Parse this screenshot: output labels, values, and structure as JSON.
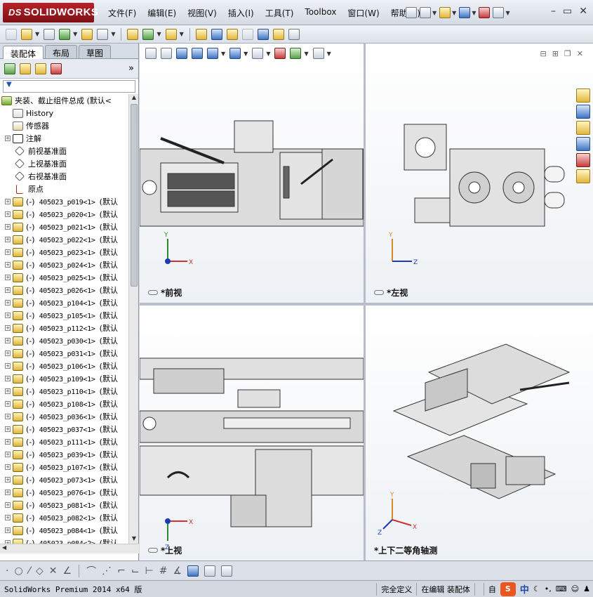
{
  "app": {
    "brand_prefix": "DS",
    "brand": "SOLIDWORKS",
    "status_text": "SolidWorks Premium 2014 x64 版"
  },
  "menu": [
    "文件(F)",
    "编辑(E)",
    "视图(V)",
    "插入(I)",
    "工具(T)",
    "Toolbox",
    "窗口(W)",
    "帮助(H)"
  ],
  "tabs": [
    "装配体",
    "布局",
    "草图"
  ],
  "feature_tree": {
    "root": "夹装、截止组件总成 (默认<",
    "fixed_nodes": [
      {
        "label": "History",
        "icon": "history-icon",
        "expandable": false
      },
      {
        "label": "传感器",
        "icon": "sensor-icon",
        "expandable": false
      },
      {
        "label": "注解",
        "icon": "annotation-icon",
        "expandable": true
      },
      {
        "label": "前视基准面",
        "icon": "plane-icon",
        "expandable": false
      },
      {
        "label": "上视基准面",
        "icon": "plane-icon",
        "expandable": false
      },
      {
        "label": "右视基准面",
        "icon": "plane-icon",
        "expandable": false
      },
      {
        "label": "原点",
        "icon": "origin-icon",
        "expandable": false
      }
    ],
    "parts": [
      {
        "name": "405023_p019<1>",
        "cfg": "(默认"
      },
      {
        "name": "405023_p020<1>",
        "cfg": "(默认"
      },
      {
        "name": "405023_p021<1>",
        "cfg": "(默认"
      },
      {
        "name": "405023_p022<1>",
        "cfg": "(默认"
      },
      {
        "name": "405023_p023<1>",
        "cfg": "(默认"
      },
      {
        "name": "405023_p024<1>",
        "cfg": "(默认"
      },
      {
        "name": "405023_p025<1>",
        "cfg": "(默认"
      },
      {
        "name": "405023_p026<1>",
        "cfg": "(默认"
      },
      {
        "name": "405023_p104<1>",
        "cfg": "(默认"
      },
      {
        "name": "405023_p105<1>",
        "cfg": "(默认"
      },
      {
        "name": "405023_p112<1>",
        "cfg": "(默认"
      },
      {
        "name": "405023_p030<1>",
        "cfg": "(默认"
      },
      {
        "name": "405023_p031<1>",
        "cfg": "(默认"
      },
      {
        "name": "405023_p106<1>",
        "cfg": "(默认"
      },
      {
        "name": "405023_p109<1>",
        "cfg": "(默认"
      },
      {
        "name": "405023_p110<1>",
        "cfg": "(默认"
      },
      {
        "name": "405023_p108<1>",
        "cfg": "(默认"
      },
      {
        "name": "405023_p036<1>",
        "cfg": "(默认"
      },
      {
        "name": "405023_p037<1>",
        "cfg": "(默认"
      },
      {
        "name": "405023_p111<1>",
        "cfg": "(默认"
      },
      {
        "name": "405023_p039<1>",
        "cfg": "(默认"
      },
      {
        "name": "405023_p107<1>",
        "cfg": "(默认"
      },
      {
        "name": "405023_p073<1>",
        "cfg": "(默认"
      },
      {
        "name": "405023_p076<1>",
        "cfg": "(默认"
      },
      {
        "name": "405023_p081<1>",
        "cfg": "(默认"
      },
      {
        "name": "405023_p082<1>",
        "cfg": "(默认"
      },
      {
        "name": "405023_p084<1>",
        "cfg": "(默认"
      },
      {
        "name": "405023_p084<2>",
        "cfg": "(默认"
      }
    ],
    "part_state": "(-)"
  },
  "views": {
    "front": "*前视",
    "left": "*左视",
    "top": "*上视",
    "iso": "*上下二等角轴测"
  },
  "axes": {
    "x": "X",
    "y": "Y",
    "z": "Z"
  },
  "status": {
    "definition": "完全定义",
    "mode": "在编辑 装配体",
    "ime_label": "自",
    "ime_lang": "中"
  }
}
